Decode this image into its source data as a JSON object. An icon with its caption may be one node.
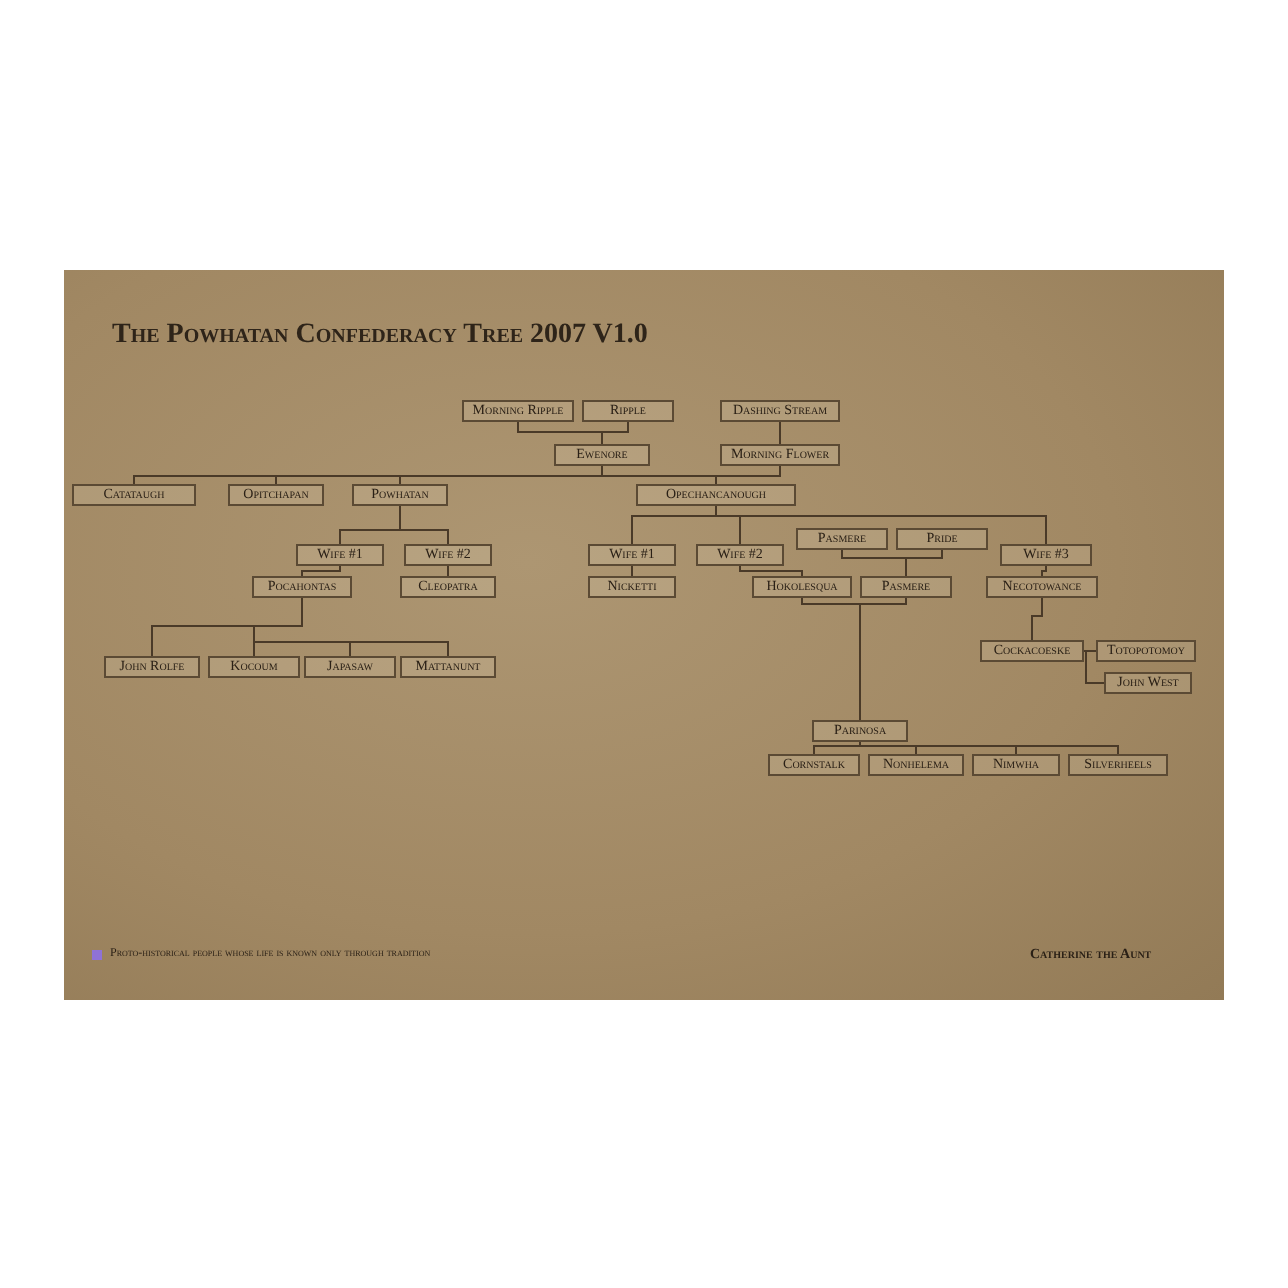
{
  "diagram": {
    "title": "The Powhatan Confederacy Tree 2007 V1.0",
    "nodes": [
      {
        "text": [
          "Morning Ripple"
        ]
      },
      {
        "text": [
          "Ripple"
        ]
      },
      {
        "text": [
          "Dashing Stream"
        ]
      },
      {
        "text": [
          "Ewenore"
        ]
      },
      {
        "text": [
          "Morning Flower"
        ]
      },
      {
        "text": [
          "Catataugh"
        ]
      },
      {
        "text": [
          "Opitchapan"
        ]
      },
      {
        "text": [
          "Powhatan"
        ]
      },
      {
        "text": [
          "Opechancanough"
        ]
      },
      {
        "text": [
          "Wife #1"
        ]
      },
      {
        "text": [
          "Wife #2"
        ]
      },
      {
        "text": [
          "Pocahontas"
        ]
      },
      {
        "text": [
          "Cleopatra"
        ]
      },
      {
        "text": [
          "John Rolfe"
        ]
      },
      {
        "text": [
          "Kocoum"
        ]
      },
      {
        "text": [
          "Japasaw"
        ]
      },
      {
        "text": [
          "Mattanunt"
        ]
      },
      {
        "text": [
          "Wife #1"
        ]
      },
      {
        "text": [
          "Nicketti"
        ]
      },
      {
        "text": [
          "Wife #2"
        ]
      },
      {
        "text": [
          "Pasmere"
        ]
      },
      {
        "text": [
          "Pride"
        ]
      },
      {
        "text": [
          "Wife #3"
        ]
      },
      {
        "text": [
          "Hokolesqua"
        ]
      },
      {
        "text": [
          "Pasmere"
        ]
      },
      {
        "text": [
          "Necotowance"
        ]
      },
      {
        "text": [
          "Cockacoeske"
        ]
      },
      {
        "text": [
          "Totopotomoy"
        ]
      },
      {
        "text": [
          "John West"
        ]
      },
      {
        "text": [
          "Parinosa"
        ]
      },
      {
        "text": [
          "Cornstalk"
        ]
      },
      {
        "text": [
          "Nonhelema"
        ]
      },
      {
        "text": [
          "Nimwha"
        ]
      },
      {
        "text": [
          "Silverheels"
        ]
      }
    ],
    "edges": [
      {
        "from": 0,
        "to": 3,
        "arrow": "none"
      },
      {
        "from": 1,
        "to": 3,
        "arrow": "none"
      },
      {
        "from": 2,
        "to": 4,
        "arrow": "none"
      },
      {
        "from": 3,
        "to": 5,
        "arrow": "none"
      },
      {
        "from": 3,
        "to": 6,
        "arrow": "none"
      },
      {
        "from": 3,
        "to": 7,
        "arrow": "none"
      },
      {
        "from": 3,
        "to": 8,
        "arrow": "none"
      },
      {
        "from": 4,
        "to": 5,
        "arrow": "none"
      },
      {
        "from": 4,
        "to": 6,
        "arrow": "none"
      },
      {
        "from": 4,
        "to": 7,
        "arrow": "none"
      },
      {
        "from": 4,
        "to": 8,
        "arrow": "none"
      },
      {
        "from": 7,
        "to": 9,
        "arrow": "none"
      },
      {
        "from": 7,
        "to": 10,
        "arrow": "none"
      },
      {
        "from": 9,
        "to": 11,
        "arrow": "none"
      },
      {
        "from": 10,
        "to": 12,
        "arrow": "none"
      },
      {
        "from": 11,
        "to": 13,
        "arrow": "none"
      },
      {
        "from": 11,
        "to": 14,
        "arrow": "none"
      },
      {
        "from": 14,
        "to": 15,
        "arrow": "none"
      },
      {
        "from": 14,
        "to": 16,
        "arrow": "none"
      },
      {
        "from": 8,
        "to": 17,
        "arrow": "none"
      },
      {
        "from": 8,
        "to": 19,
        "arrow": "none"
      },
      {
        "from": 8,
        "to": 22,
        "arrow": "none"
      },
      {
        "from": 17,
        "to": 18,
        "arrow": "none"
      },
      {
        "from": 19,
        "to": 23,
        "arrow": "none"
      },
      {
        "from": 20,
        "to": 24,
        "arrow": "none"
      },
      {
        "from": 21,
        "to": 24,
        "arrow": "none"
      },
      {
        "from": 22,
        "to": 25,
        "arrow": "none"
      },
      {
        "from": 25,
        "to": 26,
        "arrow": "none"
      },
      {
        "from": 26,
        "to": 27,
        "arrow": "none"
      },
      {
        "from": 26,
        "to": 28,
        "arrow": "none"
      },
      {
        "from": 23,
        "to": 29,
        "arrow": "none"
      },
      {
        "from": 24,
        "to": 29,
        "arrow": "none"
      },
      {
        "from": 29,
        "to": 30,
        "arrow": "none"
      },
      {
        "from": 29,
        "to": 31,
        "arrow": "none"
      },
      {
        "from": 29,
        "to": 32,
        "arrow": "none"
      },
      {
        "from": 29,
        "to": 33,
        "arrow": "none"
      }
    ],
    "labels": [
      "Catherine the Aunt"
    ],
    "legend": [
      {
        "text": "Proto-historical people whose life is known only through tradition",
        "color": "#8f72d6"
      }
    ]
  }
}
